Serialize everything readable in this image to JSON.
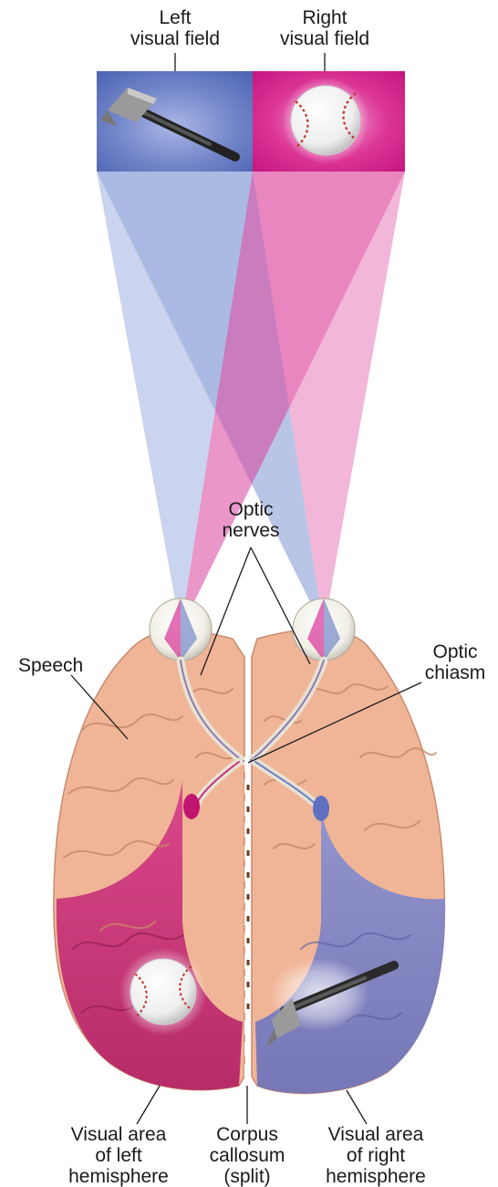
{
  "labels": {
    "left_visual_field": [
      "Left",
      "visual field"
    ],
    "right_visual_field": [
      "Right",
      "visual field"
    ],
    "optic_nerves": [
      "Optic",
      "nerves"
    ],
    "optic_chiasm": [
      "Optic",
      "chiasm"
    ],
    "speech": [
      "Speech"
    ],
    "visual_area_left": [
      "Visual area",
      "of left",
      "hemisphere"
    ],
    "corpus_callosum": [
      "Corpus",
      "callosum",
      "(split)"
    ],
    "visual_area_right": [
      "Visual area",
      "of right",
      "hemisphere"
    ]
  },
  "colors": {
    "left_field": "#6a7fc4",
    "right_field": "#d6248f",
    "brain": "#f0b597",
    "left_visual_cortex": "#c52f6e",
    "right_visual_cortex": "#7c82c4"
  },
  "icons": {
    "left_field_object": "hammer-icon",
    "right_field_object": "baseball-icon"
  }
}
